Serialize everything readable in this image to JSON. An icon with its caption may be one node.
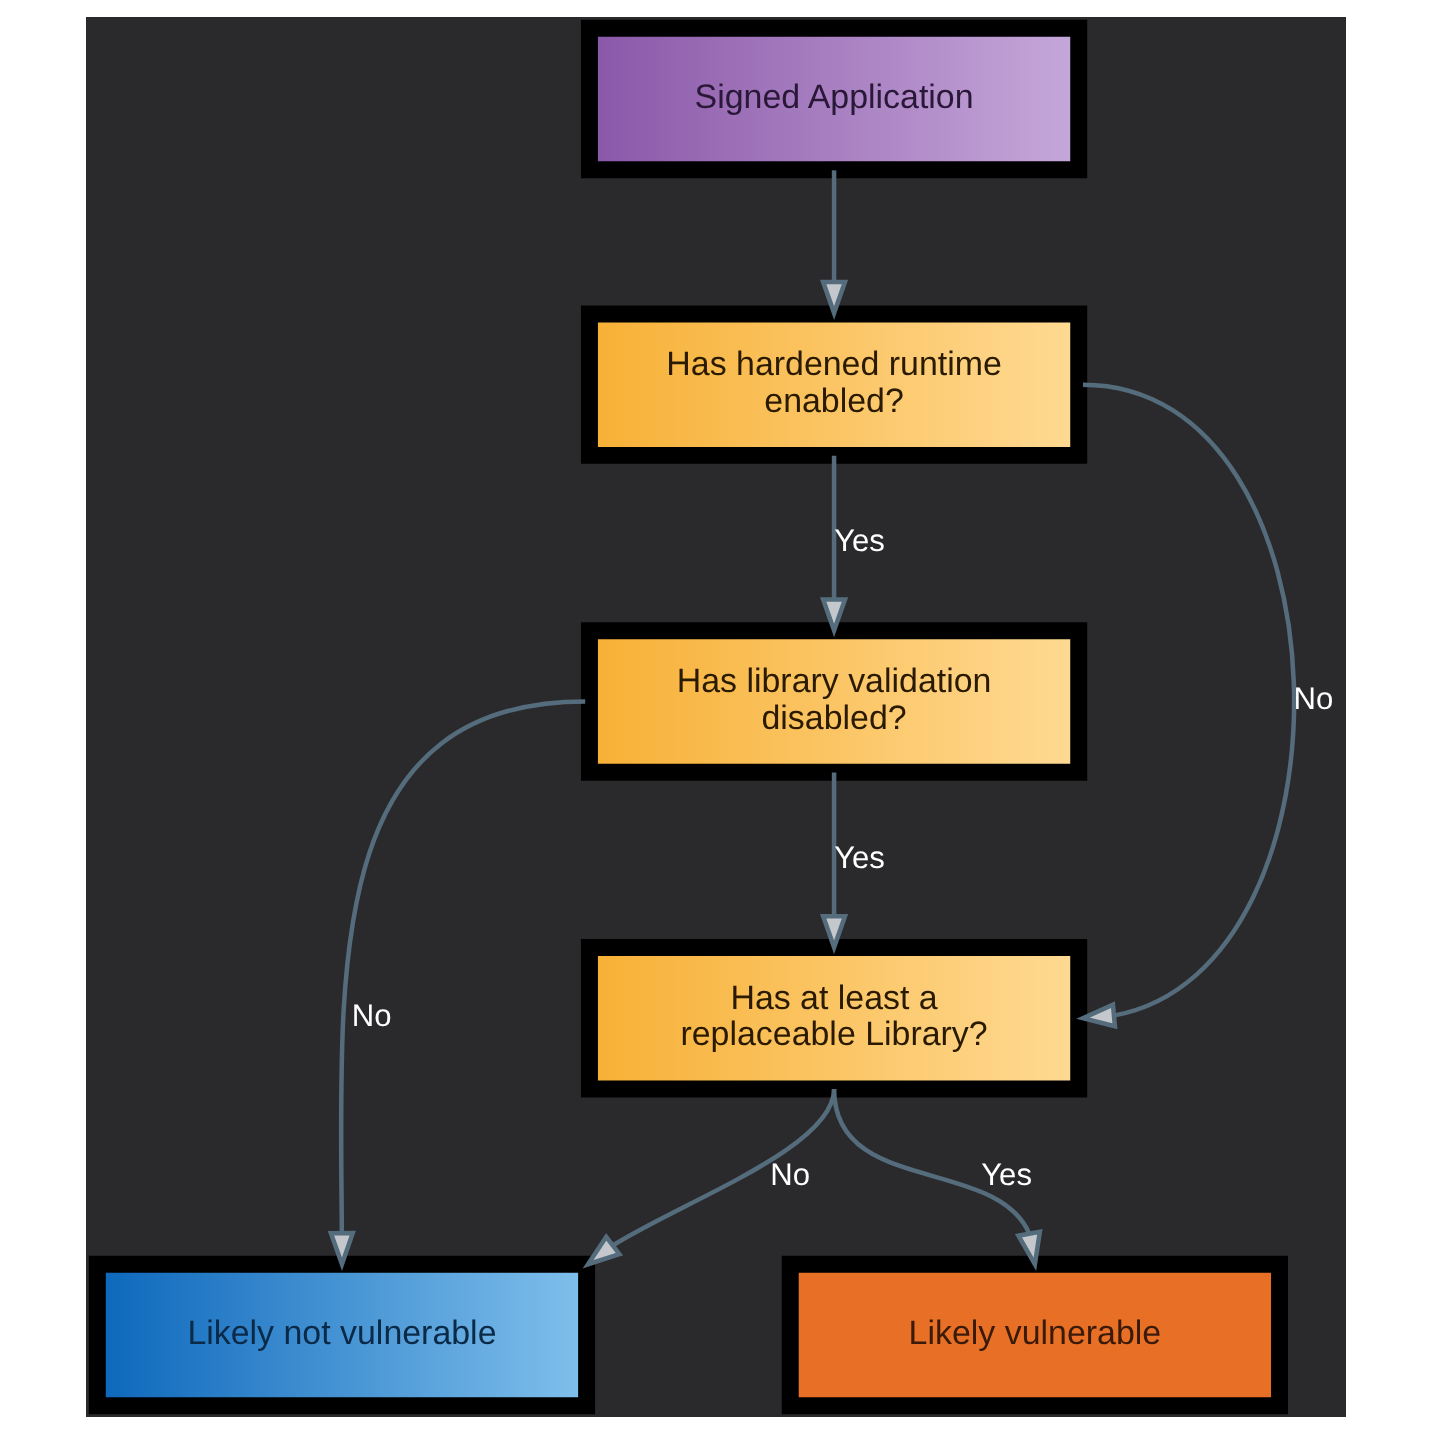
{
  "diagram": {
    "nodes": [
      {
        "text": [
          "Signed Application"
        ]
      },
      {
        "text": [
          "Has hardened runtime enabled?"
        ]
      },
      {
        "text": [
          "Has library validation disabled?"
        ]
      },
      {
        "text": [
          "Has at least a replaceable Library?"
        ]
      },
      {
        "text": [
          "Likely not vulnerable"
        ]
      },
      {
        "text": [
          "Likely vulnerable"
        ]
      }
    ],
    "edges": [
      {
        "from": 0,
        "to": 1,
        "arrow": "to"
      },
      {
        "from": 1,
        "to": 2,
        "arrow": "to",
        "label": "Yes"
      },
      {
        "from": 1,
        "to": 3,
        "arrow": "to",
        "label": "No"
      },
      {
        "from": 2,
        "to": 4,
        "arrow": "to",
        "label": "No"
      },
      {
        "from": 2,
        "to": 3,
        "arrow": "to",
        "label": "Yes"
      },
      {
        "from": 3,
        "to": 4,
        "arrow": "to",
        "label": "No"
      },
      {
        "from": 3,
        "to": 5,
        "arrow": "to",
        "label": "Yes"
      }
    ]
  }
}
